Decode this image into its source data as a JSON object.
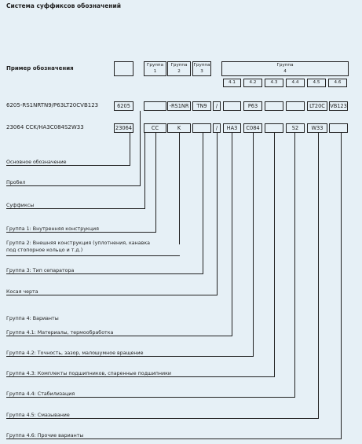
{
  "title": "Система суффиксов обозначений",
  "example_label": "Пример обозначения",
  "header": {
    "group1": {
      "top": "Группа",
      "num": "1"
    },
    "group2": {
      "top": "Группа",
      "num": "2"
    },
    "group3": {
      "top": "Группа",
      "num": "3"
    },
    "group4": {
      "top": "Группа",
      "num": "4"
    },
    "subgroups": [
      "4.1",
      "4.2",
      "4.3",
      "4.4",
      "4.5",
      "4.6"
    ]
  },
  "rows": [
    {
      "designation": "6205-RS1NRTN9/P63LT20CVB123",
      "cells": [
        "6205",
        "",
        "-RS1NR",
        "TN9",
        "/",
        "",
        "P63",
        "",
        "",
        "LT20C",
        "VB123"
      ]
    },
    {
      "designation": "23064 CCK/HA3C084S2W33",
      "cells": [
        "23064",
        "CC",
        "K",
        "",
        "/",
        "HA3",
        "C084",
        "",
        "S2",
        "W33",
        ""
      ]
    }
  ],
  "labels": [
    "Основное обозначение",
    "Пробел",
    "Суффиксы",
    "Группа 1: Внутренняя конструкция",
    "Группа 2: Внешняя конструкция (уплотнения, канавка",
    "под стопорное кольцо и т.д.)",
    "Группа 3: Тип сепаратора",
    "Косая черта",
    "Группа 4: Варианты",
    "Группа 4.1: Материалы, термообработка",
    "Группа 4.2: Точность, зазор, малошумное вращение",
    "Группа 4.3: Комплекты подшипников, спаренные подшипники",
    "Группа 4.4: Стабилизация",
    "Группа 4.5: Смазывание",
    "Группа 4.6: Прочие варианты"
  ]
}
